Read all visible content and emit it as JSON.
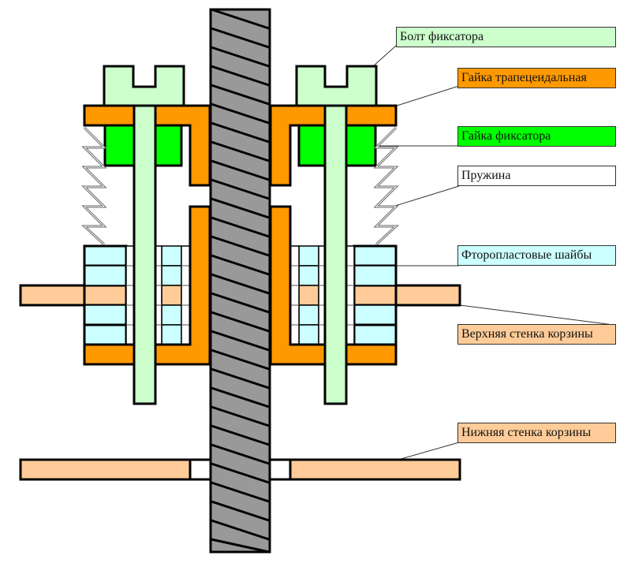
{
  "title": "Узел фиксатора корзины",
  "colors": {
    "screw": "#999999",
    "bolt": "#ccffcc",
    "trapezoidal_nut": "#ff9900",
    "lock_nut": "#00ff00",
    "spring": "#ffffff",
    "washers": "#ccffff",
    "basket_wall": "#ffcc99",
    "outline": "#000000"
  },
  "labels": [
    {
      "id": "bolt",
      "text": "Болт фиксатора",
      "color": "#ccffcc"
    },
    {
      "id": "trapezoidal-nut",
      "text": "Гайка трапецеидальная",
      "color": "#ff9900"
    },
    {
      "id": "lock-nut",
      "text": "Гайка фиксатора",
      "color": "#00ff00"
    },
    {
      "id": "spring",
      "text": "Пружина",
      "color": "#ffffff"
    },
    {
      "id": "ptfe-washers",
      "text": "Фторопластовые шайбы",
      "color": "#ccffff"
    },
    {
      "id": "upper-wall",
      "text": "Верхняя стенка корзины",
      "color": "#ffcc99"
    },
    {
      "id": "lower-wall",
      "text": "Нижняя стенка корзины",
      "color": "#ffcc99"
    }
  ]
}
